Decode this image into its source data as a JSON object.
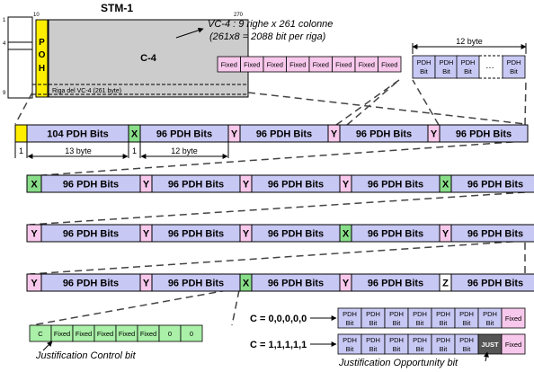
{
  "stm": {
    "title": "STM-1",
    "col_start": "10",
    "col_end": "270",
    "row_top": "1",
    "row_mid": "4",
    "row_bottom": "9",
    "poh_label": "P O H",
    "c4_label": "C-4",
    "riga_label": "Riga del VC-4 (261 byte)"
  },
  "vc4_desc": {
    "line1": "VC-4 : 9 righe x 261 colonne",
    "line2": "(261x8 = 2088 bit per riga)"
  },
  "fixed_block": {
    "label": "Fixed",
    "count": 8
  },
  "pdh_block": {
    "line1": "PDH",
    "line2": "Bit",
    "dots": "…",
    "width_label": "12 byte"
  },
  "row1": {
    "cells": [
      "",
      "104  PDH Bits",
      "X",
      "96  PDH Bits",
      "Y",
      "96  PDH Bits",
      "Y",
      "96  PDH Bits",
      "Y",
      "96  PDH Bits"
    ],
    "dims": [
      "1",
      "13 byte",
      "1",
      "12 byte"
    ]
  },
  "row2": {
    "cells": [
      "X",
      "96  PDH Bits",
      "Y",
      "96  PDH Bits",
      "Y",
      "96  PDH Bits",
      "Y",
      "96  PDH Bits",
      "X",
      "96  PDH Bits"
    ]
  },
  "row3": {
    "cells": [
      "Y",
      "96  PDH Bits",
      "Y",
      "96  PDH Bits",
      "Y",
      "96  PDH Bits",
      "X",
      "96  PDH Bits",
      "Y",
      "96  PDH Bits"
    ]
  },
  "row4": {
    "cells": [
      "Y",
      "96  PDH Bits",
      "Y",
      "96  PDH Bits",
      "X",
      "96  PDH Bits",
      "Y",
      "96  PDH Bits",
      "Z",
      "96  PDH Bits"
    ]
  },
  "x_byte": {
    "cells": [
      "C",
      "Fixed",
      "Fixed",
      "Fixed",
      "Fixed",
      "Fixed",
      "0",
      "0"
    ],
    "caption": "Justification Control bit"
  },
  "z_case0": {
    "label": "C = 0,0,0,0,0",
    "cells": [
      "PDH|Bit",
      "PDH|Bit",
      "PDH|Bit",
      "PDH|Bit",
      "PDH|Bit",
      "PDH|Bit",
      "PDH|Bit",
      "Fixed"
    ]
  },
  "z_case1": {
    "label": "C = 1,1,1,1,1",
    "cells": [
      "PDH|Bit",
      "PDH|Bit",
      "PDH|Bit",
      "PDH|Bit",
      "PDH|Bit",
      "PDH|Bit",
      "JUST",
      "Fixed"
    ],
    "caption": "Justification Opportunity bit"
  },
  "colors": {
    "pdh": "#c8c8f4",
    "y": "#f8c8ec",
    "x": "#88dd88",
    "poh": "#ffee00",
    "c4": "#cccccc",
    "just": "#555555",
    "fixed_green": "#aaf0a8",
    "pink": "#f8c8ec"
  }
}
